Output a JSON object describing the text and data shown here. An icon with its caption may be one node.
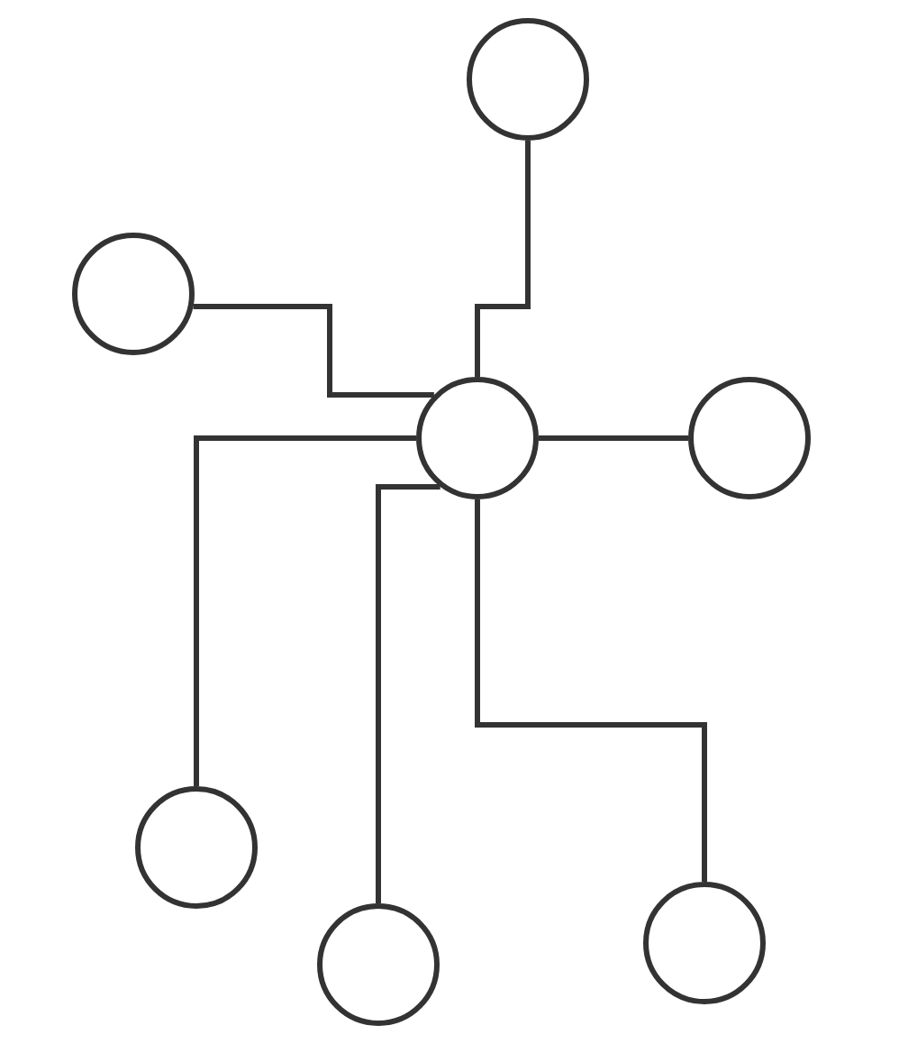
{
  "diagram": {
    "nodes": [
      {
        "text": [],
        "shape": "circle"
      },
      {
        "text": [],
        "shape": "circle"
      },
      {
        "text": [],
        "shape": "circle"
      },
      {
        "text": [],
        "shape": "circle"
      },
      {
        "text": [],
        "shape": "circle"
      },
      {
        "text": [],
        "shape": "circle"
      },
      {
        "text": [],
        "shape": "circle"
      }
    ],
    "edges": [
      {
        "from": 2,
        "to": 0,
        "arrow": "none"
      },
      {
        "from": 2,
        "to": 1,
        "arrow": "none"
      },
      {
        "from": 2,
        "to": 3,
        "arrow": "none"
      },
      {
        "from": 2,
        "to": 4,
        "arrow": "none"
      },
      {
        "from": 2,
        "to": 6,
        "arrow": "none"
      },
      {
        "from": 2,
        "to": 5,
        "arrow": "none"
      }
    ]
  }
}
